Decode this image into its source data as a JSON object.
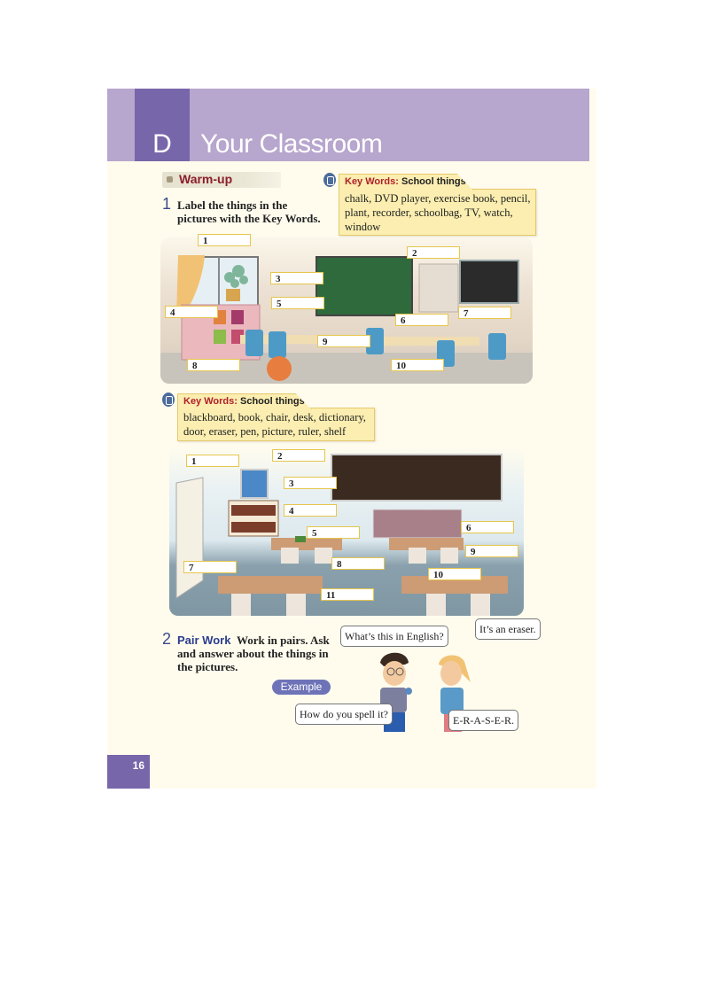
{
  "header": {
    "unit_letter": "D",
    "title": "Your Classroom",
    "colors": {
      "band": "#b7a6cd",
      "letter_block": "#7866aa"
    }
  },
  "warmup": {
    "label": "Warm-up"
  },
  "exercise1": {
    "number": "1",
    "instruction_line1": "Label the things in the",
    "instruction_line2": "pictures with the Key Words."
  },
  "keywords1": {
    "title_prefix": "Key Words:",
    "title": "School things",
    "line1": "chalk, DVD player, exercise book, pencil,",
    "line2": "plant, recorder, schoolbag, TV, watch,",
    "line3": "window"
  },
  "picture1": {
    "labels": [
      "1",
      "2",
      "3",
      "4",
      "5",
      "6",
      "7",
      "8",
      "9",
      "10"
    ]
  },
  "keywords2": {
    "title_prefix": "Key Words:",
    "title": "School things",
    "line1": "blackboard, book, chair, desk, dictionary,",
    "line2": "door, eraser, pen, picture, ruler, shelf"
  },
  "picture2": {
    "labels": [
      "1",
      "2",
      "3",
      "4",
      "5",
      "6",
      "7",
      "8",
      "9",
      "10",
      "11"
    ]
  },
  "exercise2": {
    "number": "2",
    "tag": "Pair Work",
    "instruction_line1": "Work in pairs. Ask",
    "instruction_line2": "and answer about the things in",
    "instruction_line3": "the pictures.",
    "example_label": "Example",
    "bubbles": {
      "boy_question": "What’s this in English?",
      "girl_answer": "It’s an eraser.",
      "boy_spell": "How do you spell it?",
      "girl_spell": "E-R-A-S-E-R."
    }
  },
  "footer": {
    "page_number": "16"
  }
}
